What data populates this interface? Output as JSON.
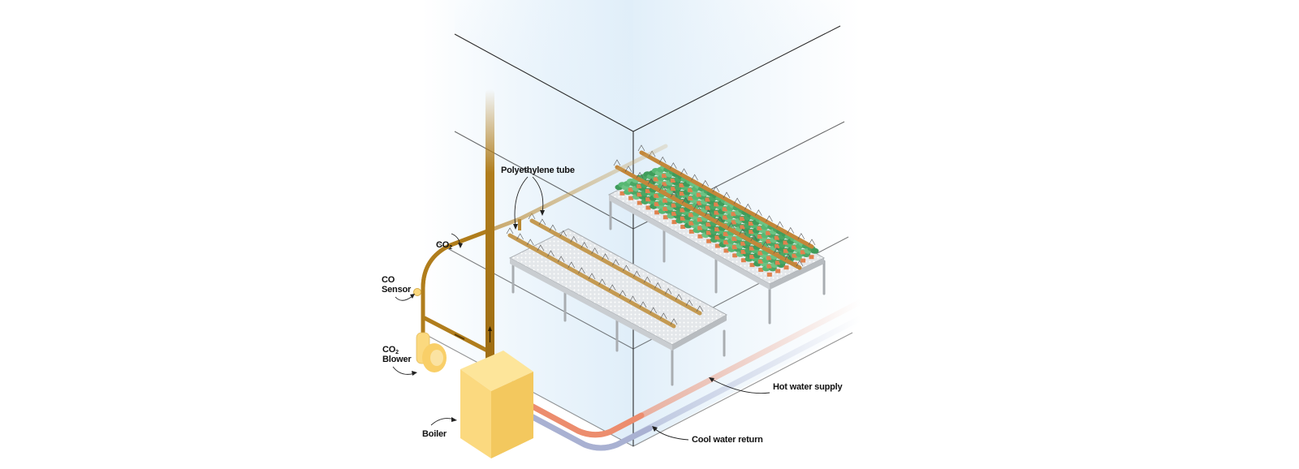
{
  "labels": {
    "polyethylene_tube": "Polyethylene tube",
    "co2": "CO",
    "co2_sub": "2",
    "co_sensor_line1": "CO",
    "co_sensor_line2": "Sensor",
    "co2_blower_line1": "CO",
    "co2_blower_sub": "2",
    "co2_blower_line2": "Blower",
    "boiler": "Boiler",
    "hot_water_supply": "Hot water supply",
    "cool_water_return": "Cool water return"
  },
  "colors": {
    "co2_pipe": "#b07d1c",
    "boiler": "#fbd97f",
    "hot_water": "#ec8d6e",
    "cool_water": "#a9b1d2",
    "plants": "#4fae6a",
    "pots": "#e0824e",
    "bench": "#dfe3e6",
    "glass_tint": "#e3f0fa"
  },
  "icons": [
    "co2-blower-icon",
    "co-sensor-icon",
    "plant-icon"
  ]
}
